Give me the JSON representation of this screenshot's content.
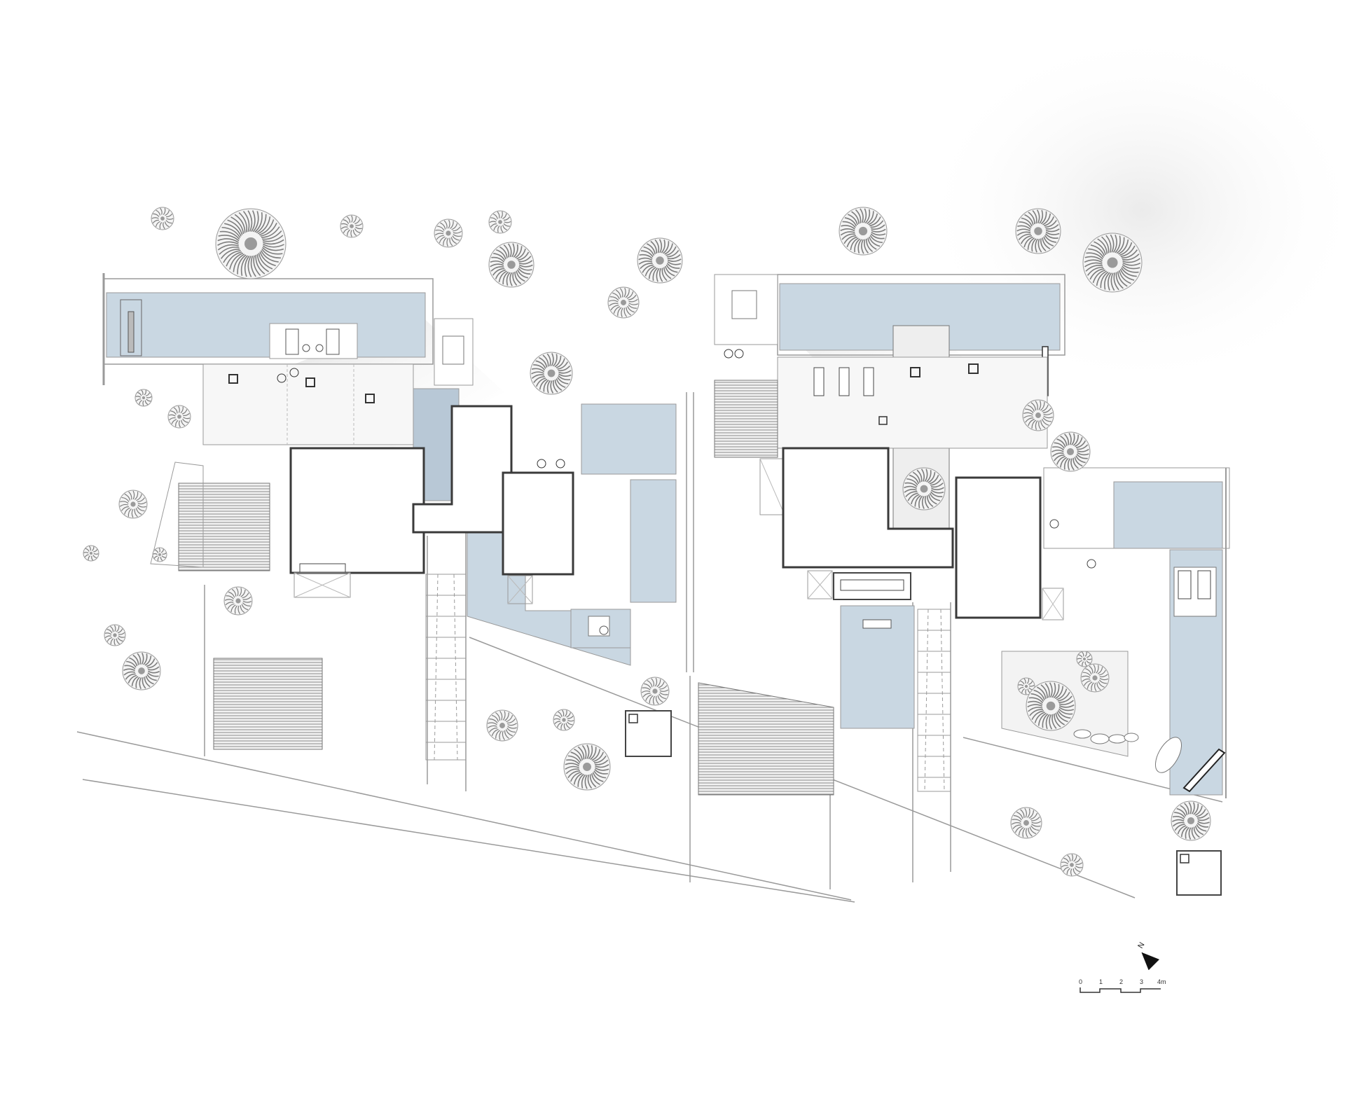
{
  "colors": {
    "background": "#ffffff",
    "water": "#c9d7e2",
    "line": "#8c8c8c",
    "dark_line": "#3a3a3a",
    "shadow": "#d9d9d9",
    "vegetation": "#8a8a8a"
  },
  "scale_bar": {
    "ticks": [
      "0",
      "1",
      "2",
      "3",
      "4m"
    ]
  },
  "north_arrow": {
    "label": "N",
    "icon": "north-arrow-icon"
  }
}
